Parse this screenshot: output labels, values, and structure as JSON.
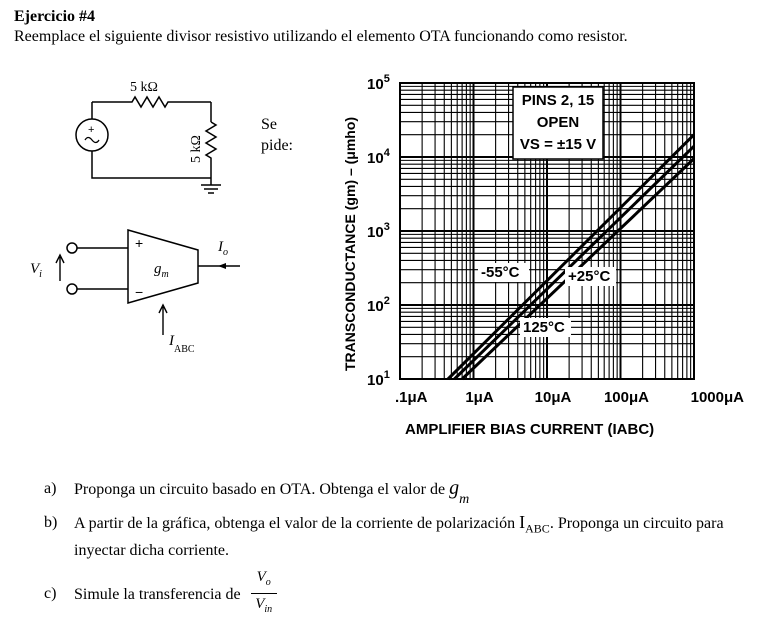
{
  "header": {
    "title": "Ejercicio #4",
    "intro": "Reemplace el siguiente divisor resistivo utilizando el elemento OTA funcionando como resistor."
  },
  "sidepanel": {
    "line1": "Se",
    "line2": "pide:"
  },
  "divider_circuit": {
    "r_top": "5 kΩ",
    "r_side": "5 kΩ"
  },
  "ota_symbol": {
    "vi": "V",
    "vi_sub": "i",
    "plus": "+",
    "minus": "−",
    "gm": "g",
    "gm_sub": "m",
    "io": "I",
    "io_sub": "o",
    "iabc": "I",
    "iabc_sub": "ABC"
  },
  "chart_data": {
    "type": "line",
    "ylabel": "TRANSCONDUCTANCE (gm) – (μmho)",
    "xlabel": "AMPLIFIER BIAS CURRENT (IABC)",
    "xticks": [
      ".1μA",
      "1μA",
      "10μA",
      "100μA",
      "1000μA"
    ],
    "yticks": [
      "10",
      "10",
      "10",
      "10",
      "10"
    ],
    "yticks_exp": [
      "5",
      "4",
      "3",
      "2",
      "1"
    ],
    "xlim": [
      0.1,
      1000
    ],
    "ylim": [
      10,
      100000
    ],
    "xscale": "log",
    "yscale": "log",
    "annotation_box": [
      "PINS 2, 15",
      "OPEN",
      "VS = ±15 V"
    ],
    "series": [
      {
        "name": "-55°C",
        "x": [
          0.55,
          1000
        ],
        "y": [
          10,
          14000
        ]
      },
      {
        "name": "+25°C",
        "x": [
          0.45,
          1000
        ],
        "y": [
          10,
          20000
        ]
      },
      {
        "name": "125°C",
        "x": [
          0.7,
          1000
        ],
        "y": [
          10,
          9500
        ]
      }
    ],
    "grid": true
  },
  "questions": [
    {
      "letter": "a)",
      "text": "Proponga un circuito basado en OTA. Obtenga el valor de ",
      "sym": "g",
      "sym_sub": "m"
    },
    {
      "letter": "b)",
      "text": "A partir de la gráfica, obtenga el valor de la corriente de polarización ",
      "sym": "I",
      "sym_sub": "ABC",
      "text2": ". Proponga un circuito para inyectar dicha corriente."
    },
    {
      "letter": "c)",
      "text": "Simule la transferencia de ",
      "num": "V",
      "num_sub": "o",
      "den": "V",
      "den_sub": "in"
    }
  ]
}
